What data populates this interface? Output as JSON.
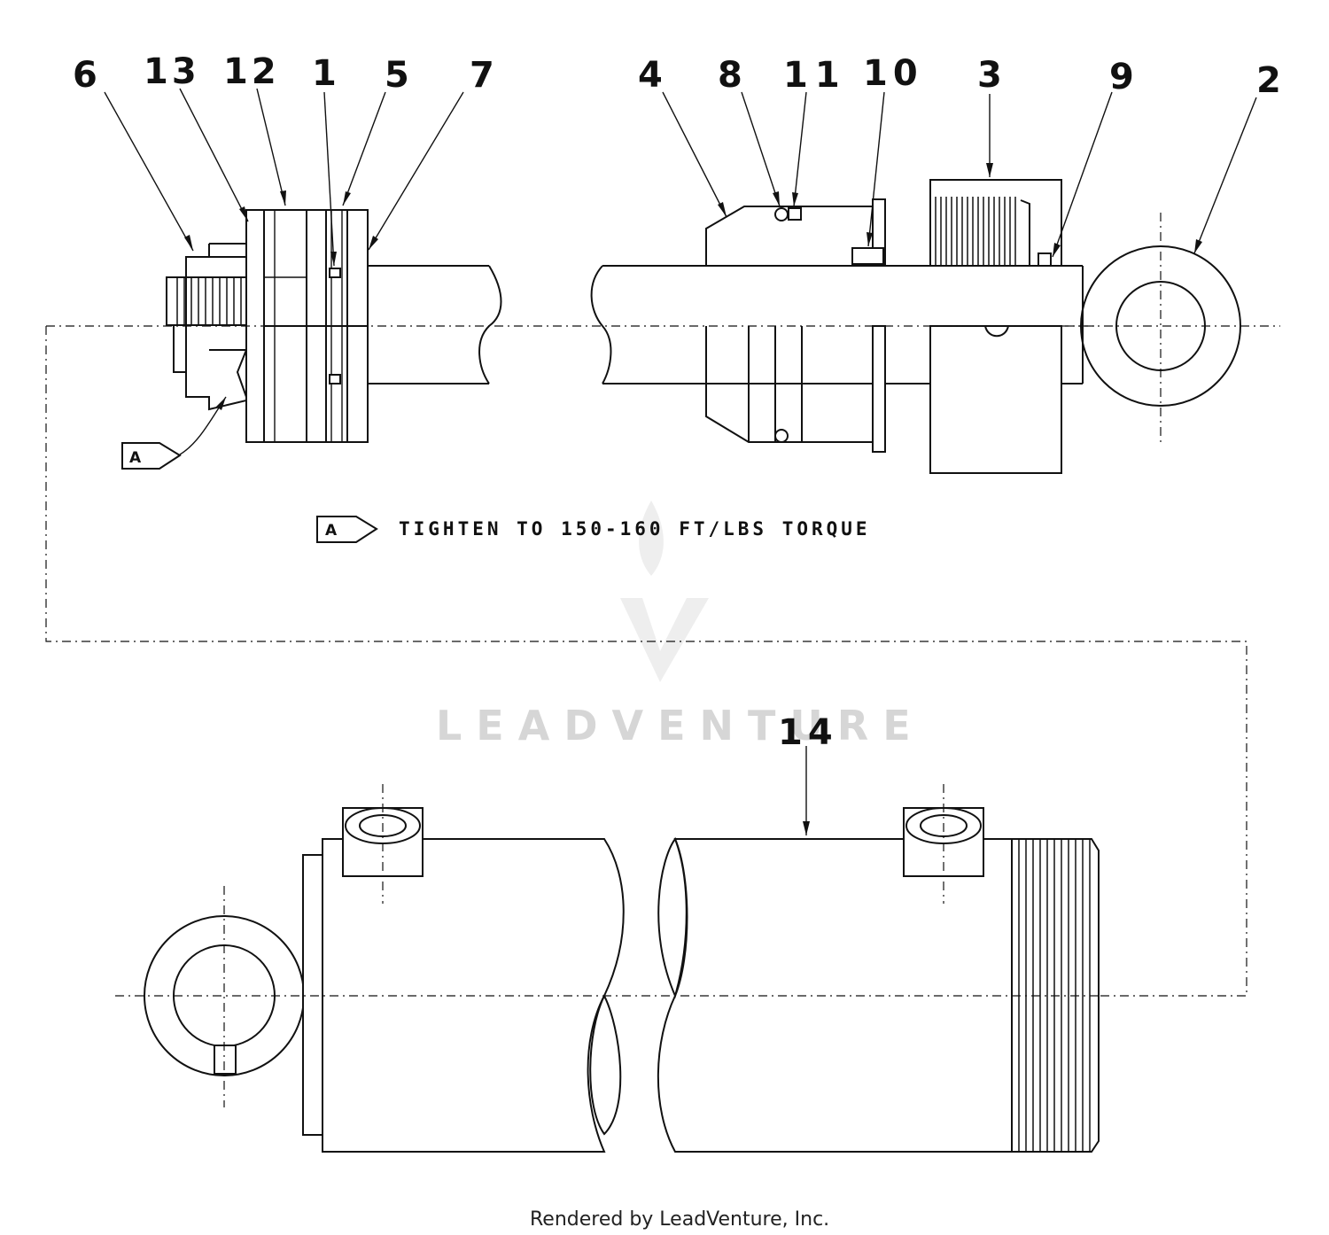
{
  "callouts": {
    "c6": "6",
    "c13": "13",
    "c12": "12",
    "c1": "1",
    "c5": "5",
    "c7": "7",
    "c4": "4",
    "c8": "8",
    "c11": "11",
    "c10": "10",
    "c3": "3",
    "c9": "9",
    "c2": "2",
    "c14": "14"
  },
  "flag": {
    "letter": "A"
  },
  "note": {
    "letter": "A",
    "text": "TIGHTEN TO 150-160 FT/LBS TORQUE"
  },
  "watermark": {
    "text": "LEADVENTURE"
  },
  "footer": {
    "text": "Rendered by LeadVenture, Inc."
  }
}
